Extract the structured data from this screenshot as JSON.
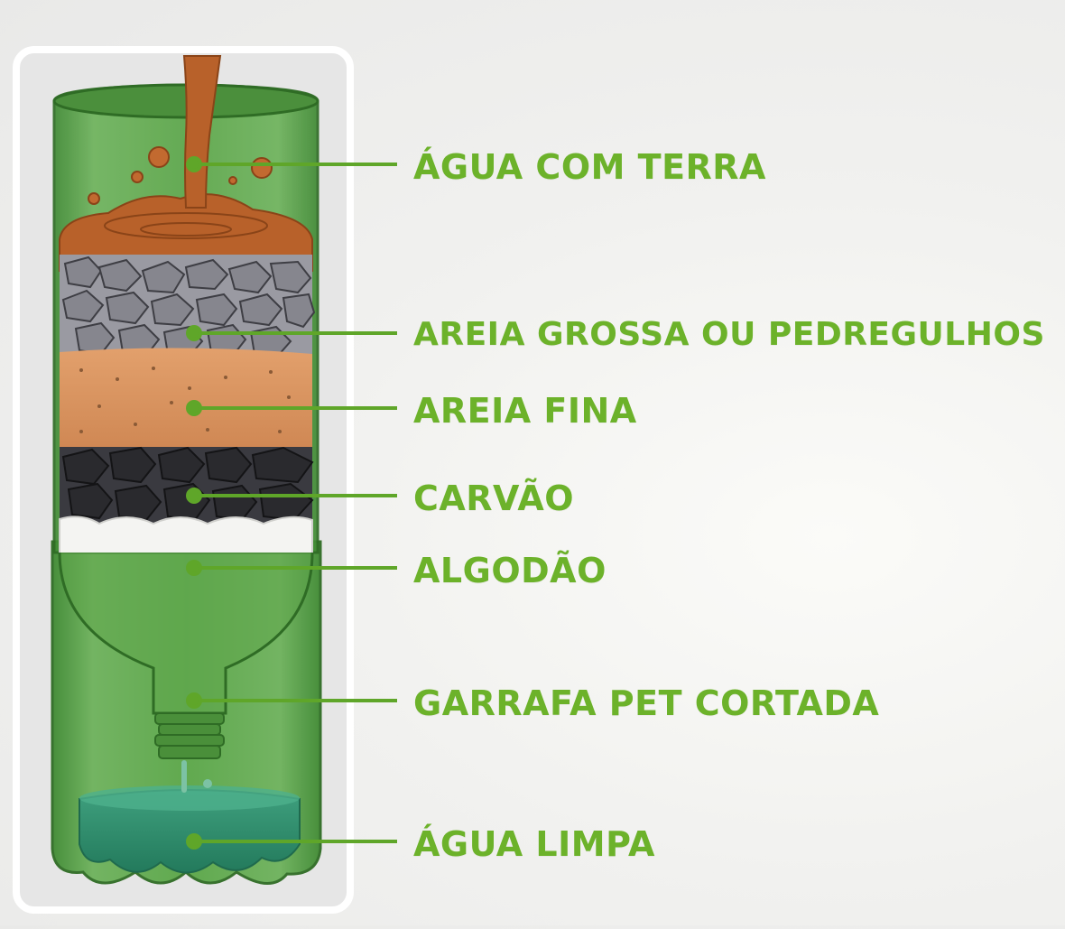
{
  "diagram": {
    "labels": [
      {
        "id": "agua-com-terra",
        "text": "ÁGUA COM TERRA"
      },
      {
        "id": "areia-grossa",
        "text": "AREIA GROSSA OU PEDREGULHOS"
      },
      {
        "id": "areia-fina",
        "text": "AREIA FINA"
      },
      {
        "id": "carvao",
        "text": "CARVÃO"
      },
      {
        "id": "algodao",
        "text": "ALGODÃO"
      },
      {
        "id": "garrafa-pet",
        "text": "GARRAFA PET CORTADA"
      },
      {
        "id": "agua-limpa",
        "text": "ÁGUA LIMPA"
      }
    ],
    "colors": {
      "label_text": "#6cb22a",
      "leader_line": "#5fa629",
      "bottle_green": "#4f9a3a",
      "dirty_water": "#b8612a",
      "gravel": "#8a8a92",
      "fine_sand": "#d9935e",
      "charcoal": "#2e2e33",
      "cotton": "#f4f4f2",
      "clean_water": "#2f8b6b"
    }
  }
}
